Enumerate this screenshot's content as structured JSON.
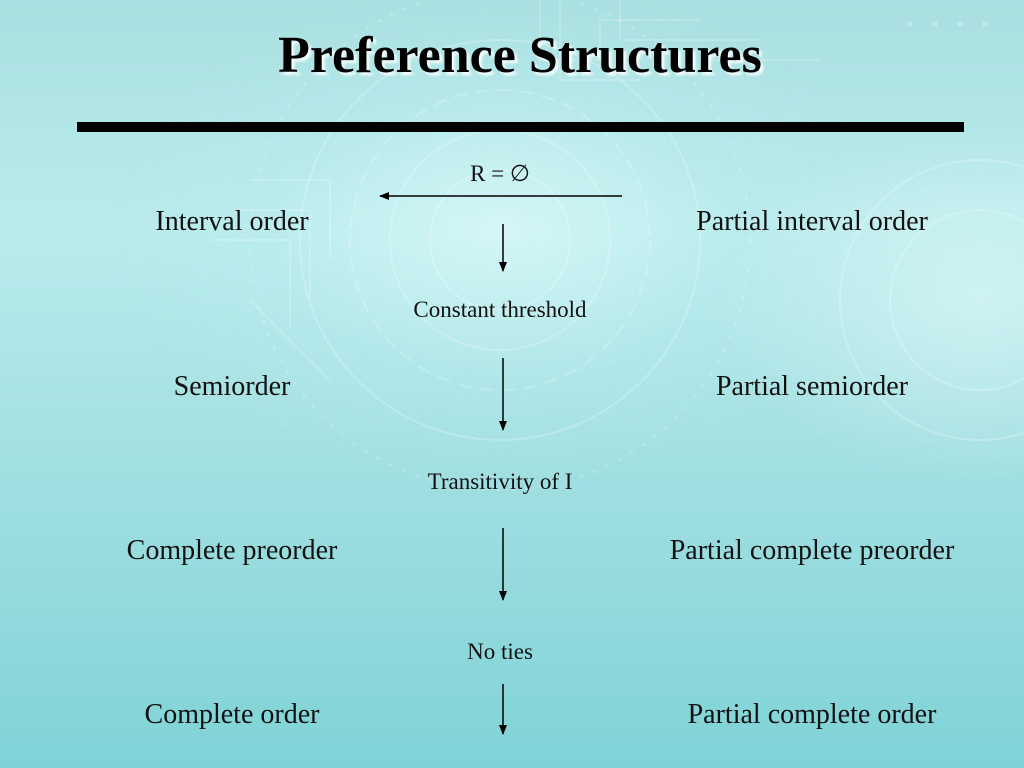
{
  "title": "Preference Structures",
  "conditions": {
    "r_empty": "R = ∅",
    "constant_threshold": "Constant threshold",
    "transitivity": "Transitivity of I",
    "no_ties": "No ties"
  },
  "left_column": {
    "interval_order": "Interval order",
    "semiorder": "Semiorder",
    "complete_preorder": "Complete preorder",
    "complete_order": "Complete order"
  },
  "right_column": {
    "partial_interval_order": "Partial interval order",
    "partial_semiorder": "Partial semiorder",
    "partial_complete_preorder": "Partial complete preorder",
    "partial_complete_order": "Partial complete order"
  }
}
